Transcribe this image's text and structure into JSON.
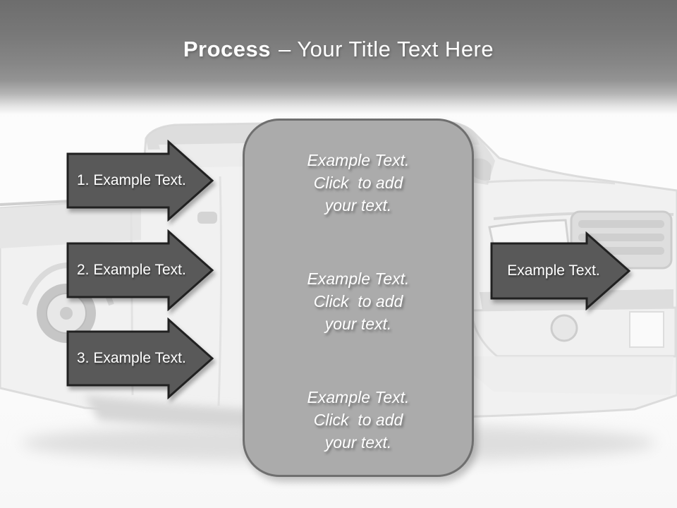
{
  "title": {
    "bold": "Process",
    "rest": "– Your Title Text Here"
  },
  "steps": [
    {
      "label": "1. Example Text."
    },
    {
      "label": "2. Example Text."
    },
    {
      "label": "3. Example Text."
    }
  ],
  "content_box": {
    "paragraphs": [
      {
        "line1": "Example Text.",
        "line2": "Click  to add",
        "line3": "your text."
      },
      {
        "line1": "Example Text.",
        "line2": "Click  to add",
        "line3": "your text."
      },
      {
        "line1": "Example Text.",
        "line2": "Click  to add",
        "line3": "your text."
      }
    ]
  },
  "output_arrow": {
    "label": "Example Text."
  },
  "colors": {
    "arrow_fill": "#595959",
    "arrow_border": "#212121",
    "box_fill": "#ababab",
    "box_border": "#6f6f6f",
    "header_gray": "#6d6d6d",
    "text_color": "#ffffff"
  },
  "background": {
    "icon": "truck-photo"
  }
}
